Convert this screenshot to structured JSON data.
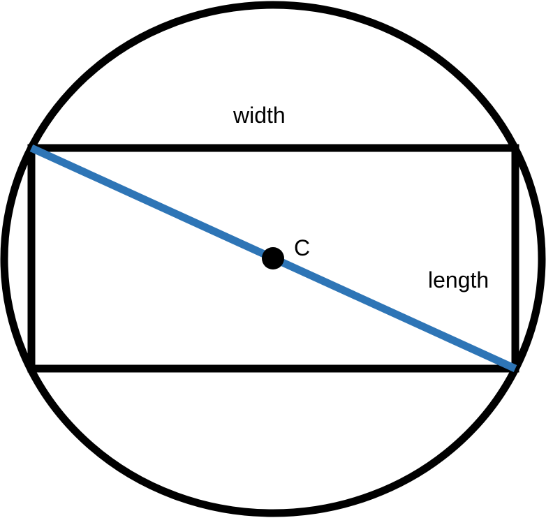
{
  "labels": {
    "width": "width",
    "length": "length",
    "center": "C"
  },
  "colors": {
    "outline": "#000000",
    "diagonal": "#2e75b6",
    "background": "#ffffff"
  }
}
